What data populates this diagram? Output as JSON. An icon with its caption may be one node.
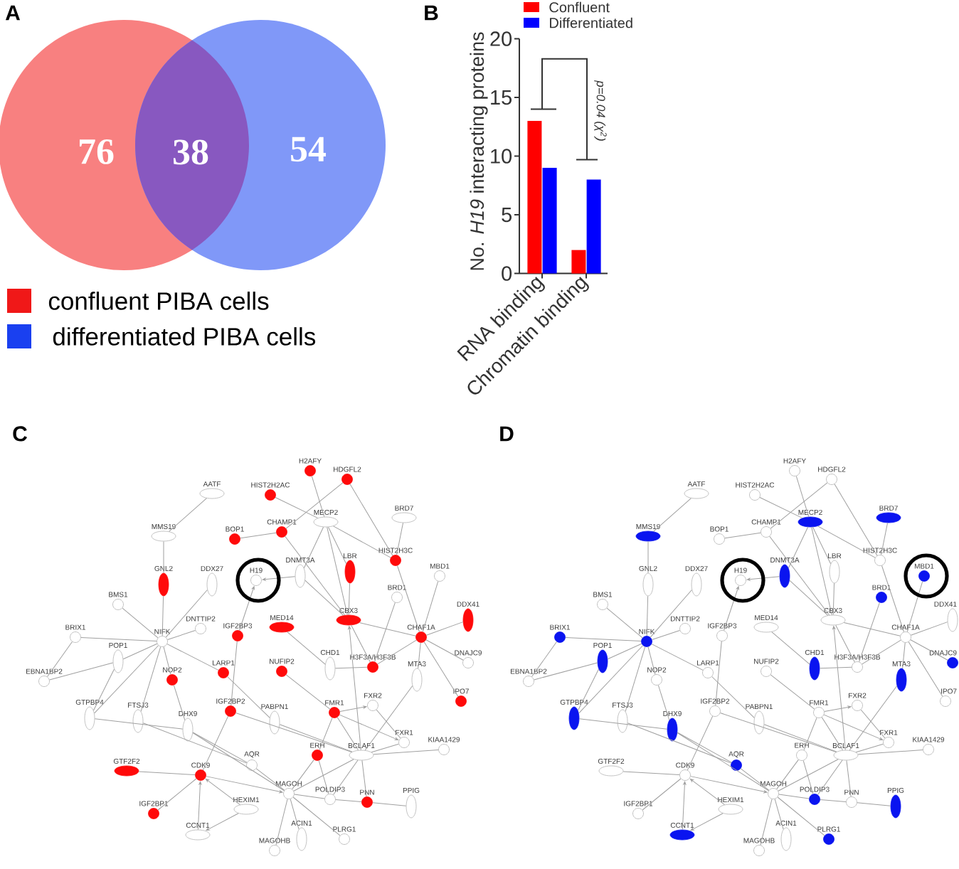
{
  "diagram": {
    "nodes": [
      {
        "text": [
          "76"
        ]
      },
      {
        "text": [
          "54"
        ]
      },
      {
        "text": [
          "H2AFY"
        ]
      },
      {
        "text": [
          "HDGFL2"
        ]
      },
      {
        "text": [
          "AATF"
        ]
      },
      {
        "text": [
          "HIST2H2AC"
        ]
      },
      {
        "text": [
          "BRD7"
        ]
      },
      {
        "text": [
          "MECP2"
        ]
      },
      {
        "text": [
          "MMS19"
        ]
      },
      {
        "text": [
          "CHAMP1"
        ]
      },
      {
        "text": [
          "BOP1"
        ]
      },
      {
        "text": [
          "HIST2H3C"
        ]
      },
      {
        "text": [
          "LBR"
        ]
      },
      {
        "text": [
          "DNMT3A"
        ]
      },
      {
        "text": [
          "MBD1"
        ]
      },
      {
        "text": [
          "GNL2"
        ]
      },
      {
        "text": [
          "DDX27"
        ]
      },
      {
        "text": [
          "H19"
        ]
      },
      {
        "text": [
          "BRD1"
        ]
      },
      {
        "text": [
          "BMS1"
        ]
      },
      {
        "text": [
          "DDX41"
        ]
      },
      {
        "text": [
          "CBX3"
        ]
      },
      {
        "text": [
          "MED14"
        ]
      },
      {
        "text": [
          "DNTTIP2"
        ]
      },
      {
        "text": [
          "IGF2BP3"
        ]
      },
      {
        "text": [
          "CHAF1A"
        ]
      },
      {
        "text": [
          "BRIX1"
        ]
      },
      {
        "text": [
          "NIFK"
        ]
      },
      {
        "text": [
          "POP1"
        ]
      },
      {
        "text": [
          "CHD1"
        ]
      },
      {
        "text": [
          "DNAJC9"
        ]
      },
      {
        "text": [
          "H3F3A/H3F3B"
        ]
      },
      {
        "text": [
          "NUFIP2"
        ]
      },
      {
        "text": [
          "LARP1"
        ]
      },
      {
        "text": [
          "MTA3"
        ]
      },
      {
        "text": [
          "NOP2"
        ]
      },
      {
        "text": [
          "EBNA1BP2"
        ]
      },
      {
        "text": [
          "IPO7"
        ]
      },
      {
        "text": [
          "FXR2"
        ]
      },
      {
        "text": [
          "GTPBP4"
        ]
      },
      {
        "text": [
          "IGF2BP2"
        ]
      },
      {
        "text": [
          "FMR1"
        ]
      },
      {
        "text": [
          "FTSJ3"
        ]
      },
      {
        "text": [
          "PABPN1"
        ]
      },
      {
        "text": [
          "DHX9"
        ]
      },
      {
        "text": [
          "FXR1"
        ]
      },
      {
        "text": [
          "KIAA1429"
        ]
      },
      {
        "text": [
          "ERH"
        ]
      },
      {
        "text": [
          "BCLAF1"
        ]
      },
      {
        "text": [
          "AQR"
        ]
      },
      {
        "text": [
          "GTF2F2"
        ]
      },
      {
        "text": [
          "CDK9"
        ]
      },
      {
        "text": [
          "MAGOH"
        ]
      },
      {
        "text": [
          "POLDIP3"
        ]
      },
      {
        "text": [
          "PPIG"
        ]
      },
      {
        "text": [
          "PNN"
        ]
      },
      {
        "text": [
          "HEXIM1"
        ]
      },
      {
        "text": [
          "IGF2BP1"
        ]
      },
      {
        "text": [
          "CCNT1"
        ]
      },
      {
        "text": [
          "ACIN1"
        ]
      },
      {
        "text": [
          "PLRG1"
        ]
      },
      {
        "text": [
          "MAGOHB"
        ]
      },
      {
        "text": [
          "H2AFY"
        ]
      },
      {
        "text": [
          "HDGFL2"
        ]
      },
      {
        "text": [
          "AATF"
        ]
      },
      {
        "text": [
          "HIST2H2AC"
        ]
      },
      {
        "text": [
          "BRD7"
        ]
      },
      {
        "text": [
          "MECP2"
        ]
      },
      {
        "text": [
          "MMS19"
        ]
      },
      {
        "text": [
          "CHAMP1"
        ]
      },
      {
        "text": [
          "BOP1"
        ]
      },
      {
        "text": [
          "HIST2H3C"
        ]
      },
      {
        "text": [
          "LBR"
        ]
      },
      {
        "text": [
          "DNMT3A"
        ]
      },
      {
        "text": [
          "MBD1"
        ]
      },
      {
        "text": [
          "GNL2"
        ]
      },
      {
        "text": [
          "DDX27"
        ]
      },
      {
        "text": [
          "H19"
        ]
      },
      {
        "text": [
          "BRD1"
        ]
      },
      {
        "text": [
          "BMS1"
        ]
      },
      {
        "text": [
          "DDX41"
        ]
      },
      {
        "text": [
          "CBX3"
        ]
      },
      {
        "text": [
          "MED14"
        ]
      },
      {
        "text": [
          "DNTTIP2"
        ]
      },
      {
        "text": [
          "IGF2BP3"
        ]
      },
      {
        "text": [
          "CHAF1A"
        ]
      },
      {
        "text": [
          "BRIX1"
        ]
      },
      {
        "text": [
          "NIFK"
        ]
      },
      {
        "text": [
          "POP1"
        ]
      },
      {
        "text": [
          "CHD1"
        ]
      },
      {
        "text": [
          "DNAJC9"
        ]
      },
      {
        "text": [
          "H3F3A/H3F3B"
        ]
      },
      {
        "text": [
          "NUFIP2"
        ]
      },
      {
        "text": [
          "LARP1"
        ]
      },
      {
        "text": [
          "MTA3"
        ]
      },
      {
        "text": [
          "NOP2"
        ]
      },
      {
        "text": [
          "EBNA1BP2"
        ]
      },
      {
        "text": [
          "IPO7"
        ]
      },
      {
        "text": [
          "FXR2"
        ]
      },
      {
        "text": [
          "GTPBP4"
        ]
      },
      {
        "text": [
          "IGF2BP2"
        ]
      },
      {
        "text": [
          "FMR1"
        ]
      },
      {
        "text": [
          "FTSJ3"
        ]
      },
      {
        "text": [
          "PABPN1"
        ]
      },
      {
        "text": [
          "DHX9"
        ]
      },
      {
        "text": [
          "FXR1"
        ]
      },
      {
        "text": [
          "KIAA1429"
        ]
      },
      {
        "text": [
          "ERH"
        ]
      },
      {
        "text": [
          "BCLAF1"
        ]
      },
      {
        "text": [
          "AQR"
        ]
      },
      {
        "text": [
          "GTF2F2"
        ]
      },
      {
        "text": [
          "CDK9"
        ]
      },
      {
        "text": [
          "MAGOH"
        ]
      },
      {
        "text": [
          "POLDIP3"
        ]
      },
      {
        "text": [
          "PPIG"
        ]
      },
      {
        "text": [
          "PNN"
        ]
      },
      {
        "text": [
          "HEXIM1"
        ]
      },
      {
        "text": [
          "IGF2BP1"
        ]
      },
      {
        "text": [
          "CCNT1"
        ]
      },
      {
        "text": [
          "ACIN1"
        ]
      },
      {
        "text": [
          "PLRG1"
        ]
      },
      {
        "text": [
          "MAGOHB"
        ]
      }
    ],
    "edges": [
      {
        "from": 4,
        "to": 8,
        "arrow": "none"
      },
      {
        "from": 8,
        "to": 15,
        "arrow": "none"
      },
      {
        "from": 15,
        "to": 27,
        "arrow": "none"
      },
      {
        "from": 10,
        "to": 9,
        "arrow": "none"
      },
      {
        "from": 16,
        "to": 27,
        "arrow": "none"
      },
      {
        "from": 19,
        "to": 27,
        "arrow": "none"
      },
      {
        "from": 23,
        "to": 27,
        "arrow": "none"
      },
      {
        "from": 26,
        "to": 27,
        "arrow": "none"
      },
      {
        "from": 26,
        "to": 36,
        "arrow": "none"
      },
      {
        "from": 36,
        "to": 28,
        "arrow": "none"
      },
      {
        "from": 28,
        "to": 27,
        "arrow": "none"
      },
      {
        "from": 28,
        "to": 39,
        "arrow": "none"
      },
      {
        "from": 39,
        "to": 27,
        "arrow": "none"
      },
      {
        "from": 42,
        "to": 27,
        "arrow": "none"
      },
      {
        "from": 35,
        "to": 27,
        "arrow": "none"
      },
      {
        "from": 35,
        "to": 44,
        "arrow": "none"
      },
      {
        "from": 27,
        "to": 33,
        "arrow": "none"
      },
      {
        "from": 39,
        "to": 44,
        "arrow": "none"
      },
      {
        "from": 42,
        "to": 49,
        "arrow": "none"
      },
      {
        "from": 44,
        "to": 52,
        "arrow": "none"
      },
      {
        "from": 44,
        "to": 49,
        "arrow": "none"
      },
      {
        "from": 24,
        "to": 17,
        "arrow": "to"
      },
      {
        "from": 13,
        "to": 17,
        "arrow": "to"
      },
      {
        "from": 40,
        "to": 24,
        "arrow": "none"
      },
      {
        "from": 40,
        "to": 51,
        "arrow": "none"
      },
      {
        "from": 40,
        "to": 48,
        "arrow": "none"
      },
      {
        "from": 33,
        "to": 43,
        "arrow": "none"
      },
      {
        "from": 50,
        "to": 51,
        "arrow": "none"
      },
      {
        "from": 57,
        "to": 51,
        "arrow": "none"
      },
      {
        "from": 58,
        "to": 51,
        "arrow": "to"
      },
      {
        "from": 56,
        "to": 51,
        "arrow": "to"
      },
      {
        "from": 56,
        "to": 58,
        "arrow": "to"
      },
      {
        "from": 51,
        "to": 52,
        "arrow": "to"
      },
      {
        "from": 2,
        "to": 7,
        "arrow": "none"
      },
      {
        "from": 3,
        "to": 9,
        "arrow": "none"
      },
      {
        "from": 3,
        "to": 11,
        "arrow": "none"
      },
      {
        "from": 5,
        "to": 7,
        "arrow": "none"
      },
      {
        "from": 7,
        "to": 11,
        "arrow": "none"
      },
      {
        "from": 7,
        "to": 12,
        "arrow": "none"
      },
      {
        "from": 7,
        "to": 13,
        "arrow": "none"
      },
      {
        "from": 7,
        "to": 21,
        "arrow": "none"
      },
      {
        "from": 9,
        "to": 21,
        "arrow": "none"
      },
      {
        "from": 6,
        "to": 11,
        "arrow": "none"
      },
      {
        "from": 11,
        "to": 25,
        "arrow": "none"
      },
      {
        "from": 12,
        "to": 21,
        "arrow": "none"
      },
      {
        "from": 13,
        "to": 21,
        "arrow": "none"
      },
      {
        "from": 14,
        "to": 25,
        "arrow": "none"
      },
      {
        "from": 18,
        "to": 31,
        "arrow": "none"
      },
      {
        "from": 21,
        "to": 25,
        "arrow": "none"
      },
      {
        "from": 21,
        "to": 31,
        "arrow": "none"
      },
      {
        "from": 20,
        "to": 25,
        "arrow": "none"
      },
      {
        "from": 22,
        "to": 29,
        "arrow": "none"
      },
      {
        "from": 25,
        "to": 31,
        "arrow": "none"
      },
      {
        "from": 25,
        "to": 30,
        "arrow": "none"
      },
      {
        "from": 25,
        "to": 34,
        "arrow": "none"
      },
      {
        "from": 25,
        "to": 37,
        "arrow": "none"
      },
      {
        "from": 29,
        "to": 31,
        "arrow": "none"
      },
      {
        "from": 32,
        "to": 41,
        "arrow": "none"
      },
      {
        "from": 41,
        "to": 38,
        "arrow": "to"
      },
      {
        "from": 41,
        "to": 45,
        "arrow": "to"
      },
      {
        "from": 48,
        "to": 21,
        "arrow": "to"
      },
      {
        "from": 41,
        "to": 47,
        "arrow": "none"
      },
      {
        "from": 41,
        "to": 48,
        "arrow": "none"
      },
      {
        "from": 43,
        "to": 48,
        "arrow": "none"
      },
      {
        "from": 38,
        "to": 45,
        "arrow": "none"
      },
      {
        "from": 34,
        "to": 48,
        "arrow": "none"
      },
      {
        "from": 46,
        "to": 48,
        "arrow": "none"
      },
      {
        "from": 45,
        "to": 48,
        "arrow": "none"
      },
      {
        "from": 47,
        "to": 52,
        "arrow": "none"
      },
      {
        "from": 47,
        "to": 53,
        "arrow": "none"
      },
      {
        "from": 48,
        "to": 52,
        "arrow": "none"
      },
      {
        "from": 48,
        "to": 53,
        "arrow": "none"
      },
      {
        "from": 48,
        "to": 55,
        "arrow": "none"
      },
      {
        "from": 55,
        "to": 54,
        "arrow": "none"
      },
      {
        "from": 52,
        "to": 53,
        "arrow": "none"
      },
      {
        "from": 52,
        "to": 59,
        "arrow": "none"
      },
      {
        "from": 52,
        "to": 60,
        "arrow": "none"
      },
      {
        "from": 52,
        "to": 61,
        "arrow": "none"
      },
      {
        "from": 53,
        "to": 55,
        "arrow": "none"
      },
      {
        "from": 49,
        "to": 52,
        "arrow": "none"
      },
      {
        "from": 64,
        "to": 68,
        "arrow": "none"
      },
      {
        "from": 68,
        "to": 75,
        "arrow": "none"
      },
      {
        "from": 75,
        "to": 87,
        "arrow": "none"
      },
      {
        "from": 70,
        "to": 69,
        "arrow": "none"
      },
      {
        "from": 76,
        "to": 87,
        "arrow": "none"
      },
      {
        "from": 79,
        "to": 87,
        "arrow": "none"
      },
      {
        "from": 83,
        "to": 87,
        "arrow": "none"
      },
      {
        "from": 86,
        "to": 87,
        "arrow": "none"
      },
      {
        "from": 86,
        "to": 96,
        "arrow": "none"
      },
      {
        "from": 96,
        "to": 88,
        "arrow": "none"
      },
      {
        "from": 88,
        "to": 87,
        "arrow": "none"
      },
      {
        "from": 88,
        "to": 99,
        "arrow": "none"
      },
      {
        "from": 99,
        "to": 87,
        "arrow": "none"
      },
      {
        "from": 102,
        "to": 87,
        "arrow": "none"
      },
      {
        "from": 95,
        "to": 87,
        "arrow": "none"
      },
      {
        "from": 95,
        "to": 104,
        "arrow": "none"
      },
      {
        "from": 87,
        "to": 93,
        "arrow": "none"
      },
      {
        "from": 99,
        "to": 104,
        "arrow": "none"
      },
      {
        "from": 102,
        "to": 109,
        "arrow": "none"
      },
      {
        "from": 104,
        "to": 112,
        "arrow": "none"
      },
      {
        "from": 104,
        "to": 109,
        "arrow": "none"
      },
      {
        "from": 84,
        "to": 77,
        "arrow": "to"
      },
      {
        "from": 73,
        "to": 77,
        "arrow": "to"
      },
      {
        "from": 100,
        "to": 84,
        "arrow": "none"
      },
      {
        "from": 100,
        "to": 111,
        "arrow": "none"
      },
      {
        "from": 100,
        "to": 108,
        "arrow": "none"
      },
      {
        "from": 93,
        "to": 103,
        "arrow": "none"
      },
      {
        "from": 110,
        "to": 111,
        "arrow": "none"
      },
      {
        "from": 117,
        "to": 111,
        "arrow": "none"
      },
      {
        "from": 118,
        "to": 111,
        "arrow": "to"
      },
      {
        "from": 116,
        "to": 111,
        "arrow": "to"
      },
      {
        "from": 116,
        "to": 118,
        "arrow": "to"
      },
      {
        "from": 111,
        "to": 112,
        "arrow": "to"
      },
      {
        "from": 62,
        "to": 67,
        "arrow": "none"
      },
      {
        "from": 63,
        "to": 69,
        "arrow": "none"
      },
      {
        "from": 63,
        "to": 71,
        "arrow": "none"
      },
      {
        "from": 65,
        "to": 67,
        "arrow": "none"
      },
      {
        "from": 67,
        "to": 71,
        "arrow": "none"
      },
      {
        "from": 67,
        "to": 72,
        "arrow": "none"
      },
      {
        "from": 67,
        "to": 73,
        "arrow": "none"
      },
      {
        "from": 67,
        "to": 81,
        "arrow": "none"
      },
      {
        "from": 69,
        "to": 81,
        "arrow": "none"
      },
      {
        "from": 66,
        "to": 71,
        "arrow": "none"
      },
      {
        "from": 71,
        "to": 85,
        "arrow": "none"
      },
      {
        "from": 72,
        "to": 81,
        "arrow": "none"
      },
      {
        "from": 73,
        "to": 81,
        "arrow": "none"
      },
      {
        "from": 74,
        "to": 85,
        "arrow": "none"
      },
      {
        "from": 78,
        "to": 91,
        "arrow": "none"
      },
      {
        "from": 81,
        "to": 85,
        "arrow": "none"
      },
      {
        "from": 81,
        "to": 91,
        "arrow": "none"
      },
      {
        "from": 80,
        "to": 85,
        "arrow": "none"
      },
      {
        "from": 82,
        "to": 89,
        "arrow": "none"
      },
      {
        "from": 85,
        "to": 91,
        "arrow": "none"
      },
      {
        "from": 85,
        "to": 90,
        "arrow": "none"
      },
      {
        "from": 85,
        "to": 94,
        "arrow": "none"
      },
      {
        "from": 85,
        "to": 97,
        "arrow": "none"
      },
      {
        "from": 89,
        "to": 91,
        "arrow": "none"
      },
      {
        "from": 92,
        "to": 101,
        "arrow": "none"
      },
      {
        "from": 101,
        "to": 98,
        "arrow": "to"
      },
      {
        "from": 101,
        "to": 105,
        "arrow": "to"
      },
      {
        "from": 108,
        "to": 81,
        "arrow": "to"
      },
      {
        "from": 101,
        "to": 107,
        "arrow": "none"
      },
      {
        "from": 101,
        "to": 108,
        "arrow": "none"
      },
      {
        "from": 103,
        "to": 108,
        "arrow": "none"
      },
      {
        "from": 98,
        "to": 105,
        "arrow": "none"
      },
      {
        "from": 94,
        "to": 108,
        "arrow": "none"
      },
      {
        "from": 106,
        "to": 108,
        "arrow": "none"
      },
      {
        "from": 105,
        "to": 108,
        "arrow": "none"
      },
      {
        "from": 107,
        "to": 112,
        "arrow": "none"
      },
      {
        "from": 107,
        "to": 113,
        "arrow": "none"
      },
      {
        "from": 108,
        "to": 112,
        "arrow": "none"
      },
      {
        "from": 108,
        "to": 113,
        "arrow": "none"
      },
      {
        "from": 108,
        "to": 115,
        "arrow": "none"
      },
      {
        "from": 115,
        "to": 114,
        "arrow": "none"
      },
      {
        "from": 112,
        "to": 113,
        "arrow": "none"
      },
      {
        "from": 112,
        "to": 119,
        "arrow": "none"
      },
      {
        "from": 112,
        "to": 120,
        "arrow": "none"
      },
      {
        "from": 112,
        "to": 121,
        "arrow": "none"
      },
      {
        "from": 113,
        "to": 115,
        "arrow": "none"
      },
      {
        "from": 109,
        "to": 112,
        "arrow": "none"
      }
    ],
    "labels": [
      "A",
      "B",
      "38",
      "C",
      "D"
    ],
    "legend": [
      {
        "text": "confluent PIBA cells",
        "color": "#f01818"
      },
      {
        "text": "differentiated PIBA cells",
        "color": "#1a40f0"
      }
    ],
    "chart_data": {
      "type": "bar",
      "ylabel": "No. *H19* interacting proteins",
      "categories": [
        "RNA binding",
        "Chromatin binding"
      ],
      "series": [
        {
          "name": "Confluent",
          "color": "#ff0000",
          "values": [
            13,
            2
          ]
        },
        {
          "name": "Differentiated",
          "color": "#0000ff",
          "values": [
            9,
            8
          ]
        }
      ],
      "ylim": [
        0,
        20
      ],
      "yticks": [
        0,
        5,
        10,
        15,
        20
      ],
      "annotations": [
        "p=0.04 (χ$^{2}$)"
      ]
    }
  }
}
